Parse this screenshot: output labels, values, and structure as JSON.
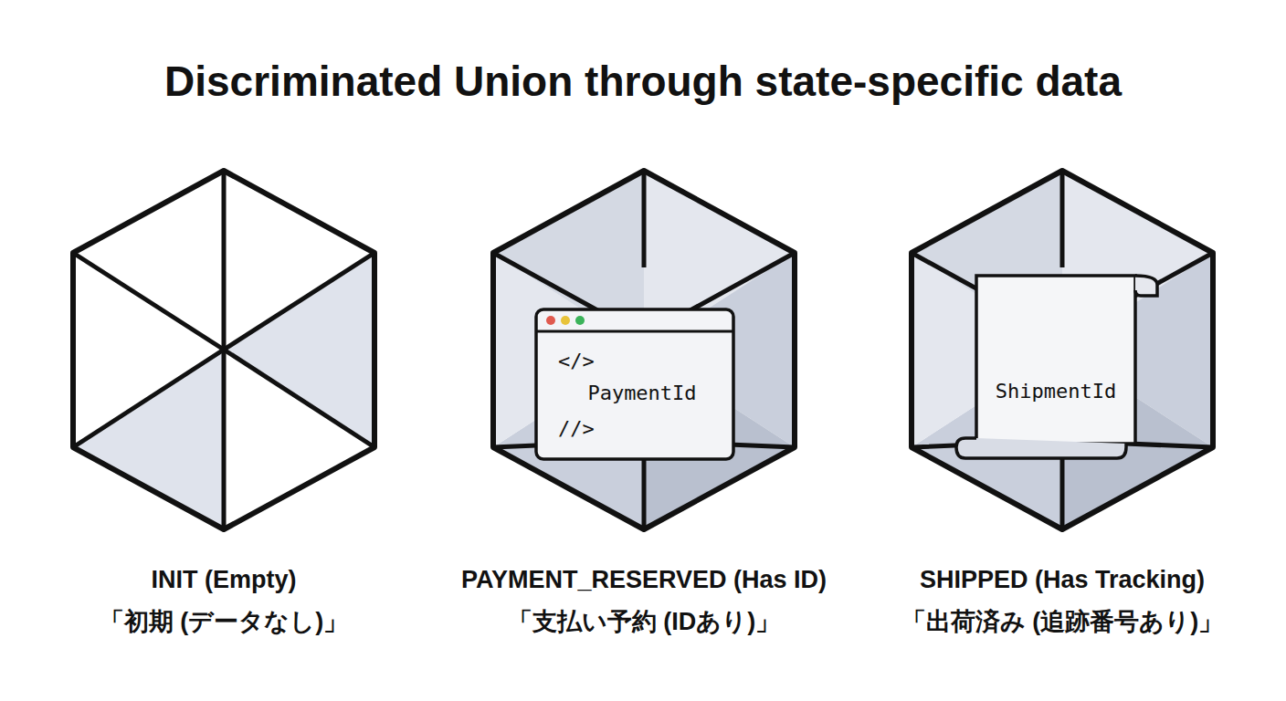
{
  "diagram": {
    "title": "Discriminated Union through state-specific data",
    "nodes": [
      {
        "text": [
          "INIT (Empty)",
          "「初期 (データなし)」"
        ]
      },
      {
        "text": [
          "PAYMENT_RESERVED (Has ID)",
          "「支払い予約 (IDあり)」"
        ]
      },
      {
        "text": [
          "</>",
          "PaymentId",
          "//>"
        ],
        "in": 1
      },
      {
        "text": [
          "SHIPPED (Has Tracking)",
          "「出荷済み (追跡番号あり)」"
        ]
      },
      {
        "text": [
          "ShipmentId"
        ],
        "in": 3
      }
    ]
  }
}
